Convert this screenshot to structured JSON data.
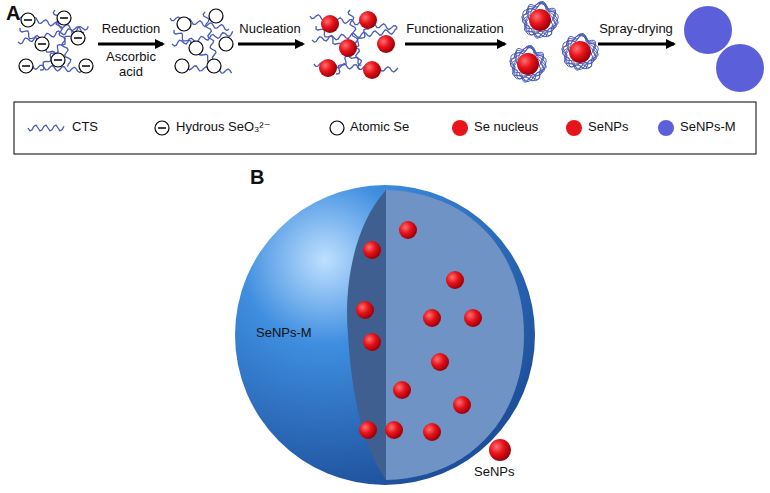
{
  "diagram": {
    "labels": [
      "A",
      "Reduction",
      "Ascorbic acid",
      "Nucleation",
      "Functionalization",
      "Spray-drying",
      "B",
      "SeNPs-M",
      "SeNPs"
    ],
    "legend": [
      {
        "text": "CTS"
      },
      {
        "text": "Hydrous SeO₃²⁻"
      },
      {
        "text": "Atomic Se"
      },
      {
        "text": "Se nucleus",
        "color": "#e8141c"
      },
      {
        "text": "SeNPs",
        "color": "#e8141c"
      },
      {
        "text": "SeNPs-M",
        "color": "#5b5fd9"
      }
    ]
  }
}
